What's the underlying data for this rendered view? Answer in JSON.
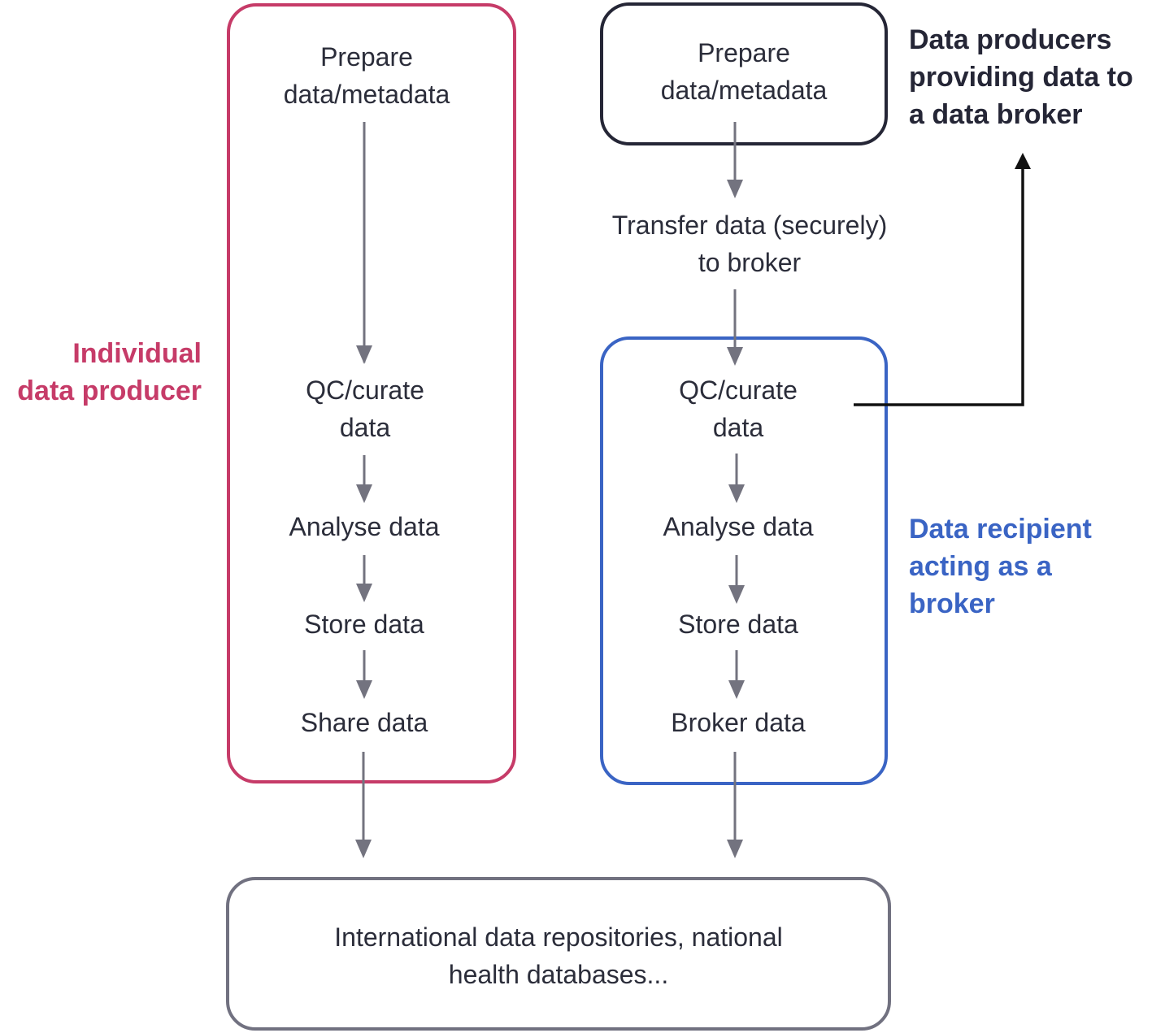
{
  "colors": {
    "producer": "#c63b68",
    "broker": "#3a64c4",
    "dark": "#252636",
    "repository": "#717180",
    "arrow": "#73737f",
    "text": "#2b2d3a"
  },
  "left_flow": {
    "label": "Individual\ndata producer",
    "steps": [
      "Prepare\ndata/metadata",
      "QC/curate\ndata",
      "Analyse data",
      "Store data",
      "Share data"
    ]
  },
  "right_flow": {
    "producers_label": "Data producers\nproviding data to\na data broker",
    "prepare": "Prepare\ndata/metadata",
    "transfer": "Transfer data (securely)\nto broker",
    "broker_label": "Data recipient\nacting as a\nbroker",
    "steps": [
      "QC/curate\ndata",
      "Analyse data",
      "Store data",
      "Broker data"
    ]
  },
  "repository": {
    "text": "International data repositories, national\nhealth databases..."
  }
}
